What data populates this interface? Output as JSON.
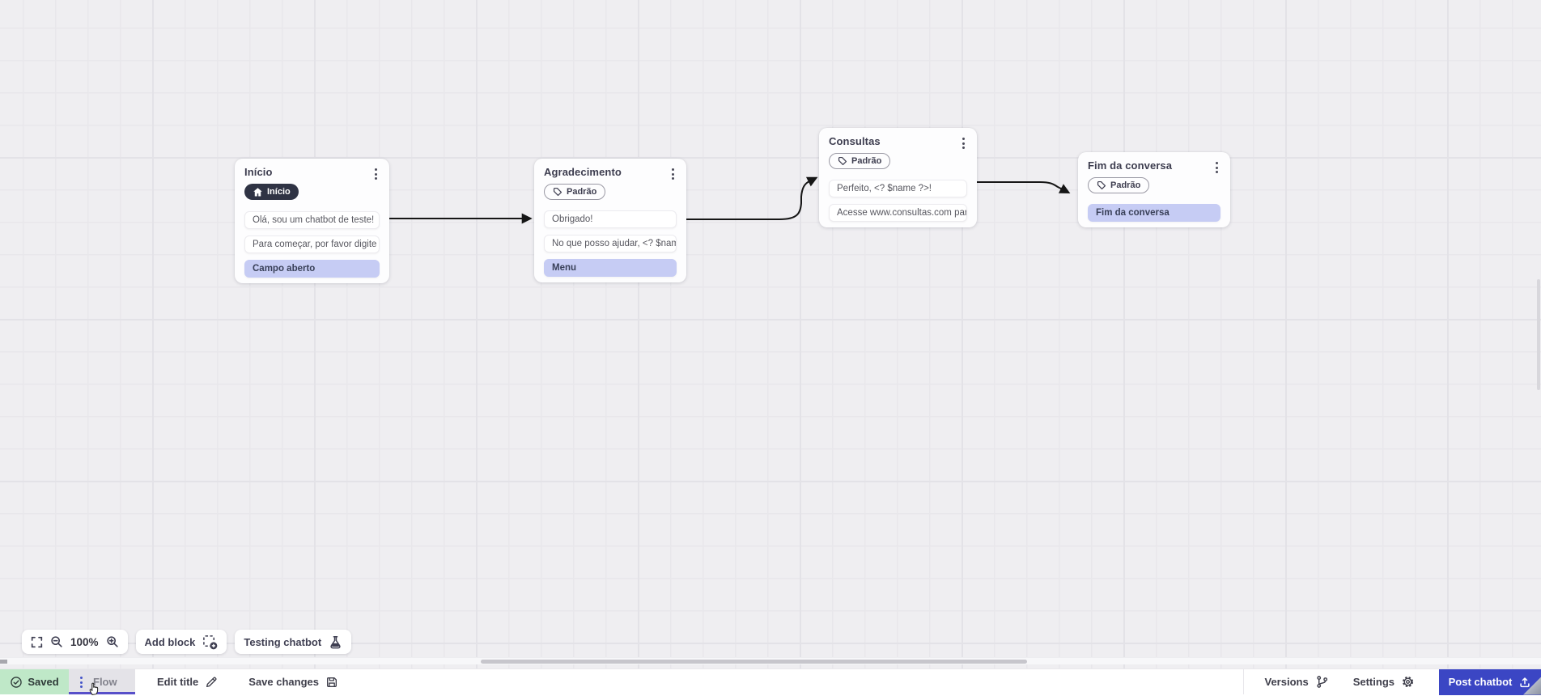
{
  "nodes": [
    {
      "title": "Início",
      "badge": "Início",
      "badge_style": "dark",
      "badge_icon": "home-icon",
      "messages": [
        "Olá, sou um chatbot de teste!",
        "Para começar, por favor digite o ..."
      ],
      "action": "Campo aberto"
    },
    {
      "title": "Agradecimento",
      "badge": "Padrão",
      "badge_style": "outline",
      "badge_icon": "tag-icon",
      "messages": [
        "Obrigado!",
        "No que posso ajudar, <? $name ..."
      ],
      "action": "Menu"
    },
    {
      "title": "Consultas",
      "badge": "Padrão",
      "badge_style": "outline",
      "badge_icon": "tag-icon",
      "messages": [
        "Perfeito, <? $name ?>!",
        "Acesse www.consultas.com par..."
      ]
    },
    {
      "title": "Fim da conversa",
      "badge": "Padrão",
      "badge_style": "outline",
      "badge_icon": "tag-icon",
      "action": "Fim da conversa"
    }
  ],
  "canvas_toolbar": {
    "zoom_level": "100%",
    "add_block": "Add block",
    "testing_chatbot": "Testing chatbot",
    "icons": [
      "fit-view-icon",
      "zoom-out-icon",
      "zoom-in-icon",
      "add-block-icon",
      "flask-icon"
    ]
  },
  "statusbar": {
    "saved": "Saved",
    "flow_tab": "Flow",
    "edit_title": "Edit title",
    "save_changes": "Save changes",
    "versions": "Versions",
    "settings": "Settings",
    "post_chatbot": "Post chatbot",
    "icons": [
      "check-circle-icon",
      "kebab-icon",
      "pencil-icon",
      "save-icon",
      "branch-icon",
      "gear-icon",
      "upload-icon"
    ]
  },
  "colors": {
    "canvas_bg": "#efeef1",
    "grid_line": "#e5e4e8",
    "accent_blue": "#3b46c4",
    "flow_underline": "#574fc9",
    "saved_green": "#bfe8c8",
    "badge_dark": "#2f3344",
    "action_purple": "#c6ccf4",
    "wire_black": "#161616"
  }
}
